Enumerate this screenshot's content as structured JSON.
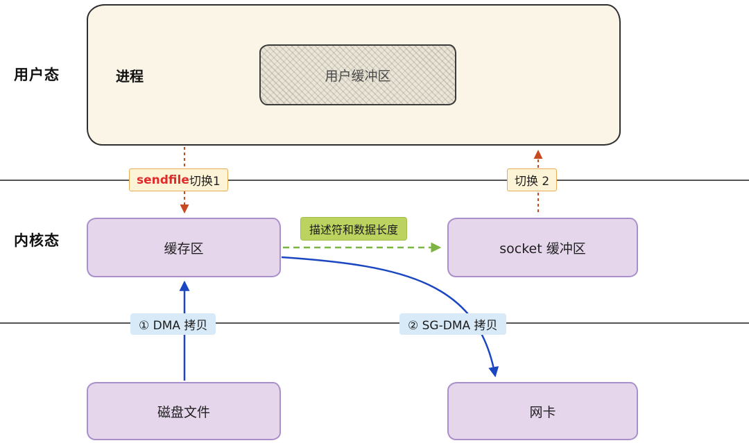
{
  "labels": {
    "user_mode": "用户态",
    "kernel_mode": "内核态"
  },
  "boxes": {
    "process": "进程",
    "user_buffer": "用户缓冲区",
    "kernel_buffer": "缓存区",
    "socket_buffer": "socket 缓冲区",
    "disk_file": "磁盘文件",
    "nic": "网卡"
  },
  "annotations": {
    "sendfile_keyword": "sendfile",
    "sendfile_rest": " 切换1",
    "switch_2": "切换 2",
    "descriptor_info": "描述符和数据长度",
    "dma_copy": "① DMA 拷贝",
    "sg_dma_copy": "② SG-DMA 拷贝"
  },
  "colors": {
    "process_fill": "#faf5e6",
    "user_buffer_fill": "#eae5d6",
    "purple_fill": "#e5d6ec",
    "purple_border": "#a98fc9",
    "orange_label_fill": "#fdf3d6",
    "orange_label_border": "#e8ab55",
    "green_label_fill": "#bcd45f",
    "blue_label_fill": "#d8eaf8",
    "boundary_line": "#1a1a1a",
    "red_arrow": "#c84a21",
    "green_arrow": "#7cb342",
    "blue_arrow": "#1b46c2",
    "sendfile_text": "#e02b2b"
  }
}
